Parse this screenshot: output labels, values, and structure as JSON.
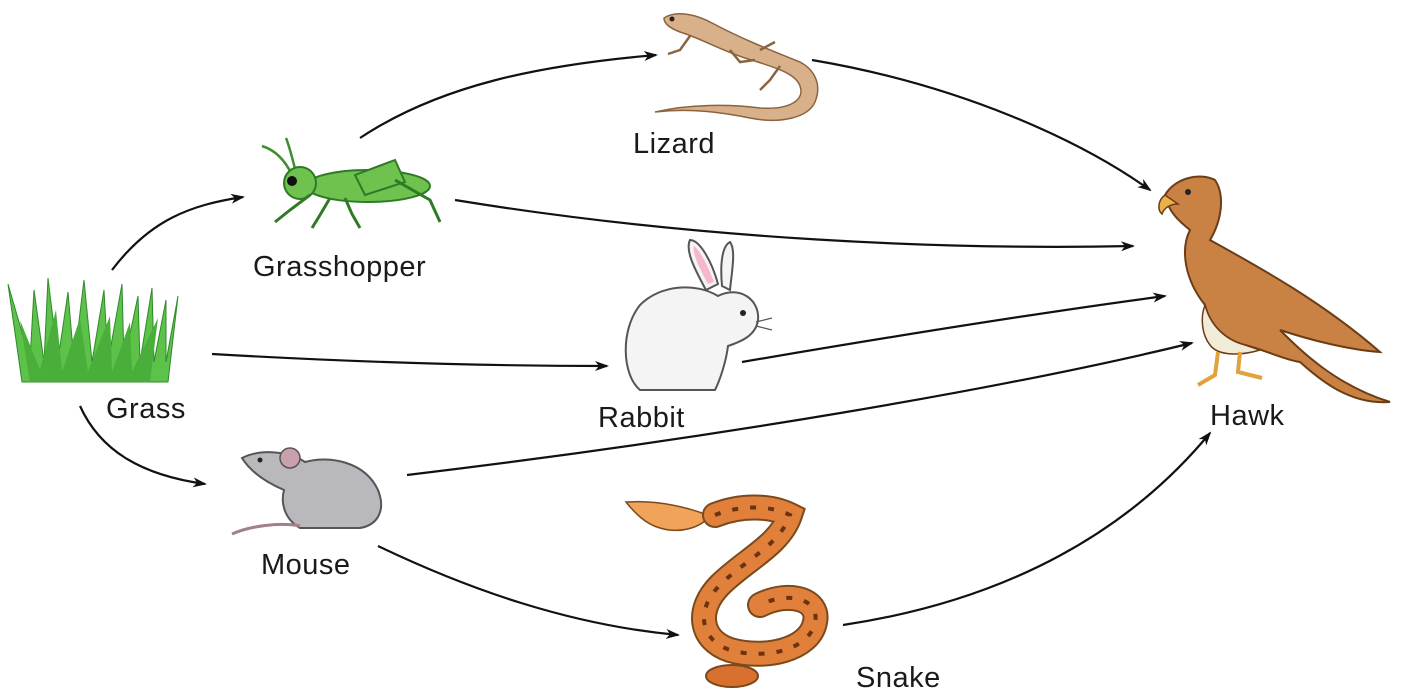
{
  "organisms": {
    "grass": {
      "label": "Grass",
      "icon": "grass-icon"
    },
    "grasshopper": {
      "label": "Grasshopper",
      "icon": "grasshopper-icon"
    },
    "lizard": {
      "label": "Lizard",
      "icon": "lizard-icon"
    },
    "rabbit": {
      "label": "Rabbit",
      "icon": "rabbit-icon"
    },
    "mouse": {
      "label": "Mouse",
      "icon": "mouse-icon"
    },
    "snake": {
      "label": "Snake",
      "icon": "snake-icon"
    },
    "hawk": {
      "label": "Hawk",
      "icon": "hawk-icon"
    }
  },
  "links": [
    {
      "from": "Grass",
      "to": "Grasshopper"
    },
    {
      "from": "Grass",
      "to": "Rabbit"
    },
    {
      "from": "Grass",
      "to": "Mouse"
    },
    {
      "from": "Grasshopper",
      "to": "Lizard"
    },
    {
      "from": "Grasshopper",
      "to": "Hawk"
    },
    {
      "from": "Lizard",
      "to": "Hawk"
    },
    {
      "from": "Rabbit",
      "to": "Hawk"
    },
    {
      "from": "Mouse",
      "to": "Hawk"
    },
    {
      "from": "Mouse",
      "to": "Snake"
    },
    {
      "from": "Snake",
      "to": "Hawk"
    }
  ],
  "colors": {
    "grass": "#5cc24a",
    "grasshopper": "#6fc24e",
    "lizard": "#d8b08a",
    "rabbit": "#f4f4f4",
    "mouse": "#b9b9bd",
    "snake": "#e0803a",
    "hawk": "#c98243",
    "arrow": "#111111"
  }
}
